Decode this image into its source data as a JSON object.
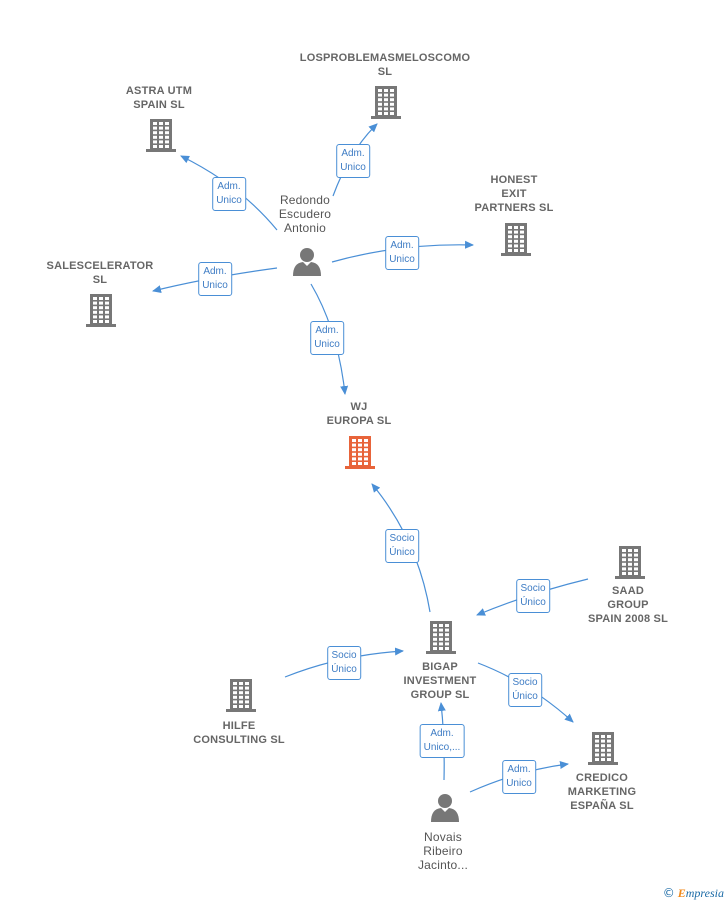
{
  "colors": {
    "edge": "#4a8fd6",
    "building": "#777777",
    "main_building": "#e8643a",
    "person": "#777777"
  },
  "nodes": [
    {
      "id": "astra",
      "kind": "company",
      "lines": [
        "ASTRA UTM",
        "SPAIN  SL"
      ]
    },
    {
      "id": "losproblemas",
      "kind": "company",
      "lines": [
        "LOSPROBLEMASMELOSCOMO",
        "SL"
      ]
    },
    {
      "id": "honest",
      "kind": "company",
      "lines": [
        "HONEST",
        "EXIT",
        "PARTNERS  SL"
      ]
    },
    {
      "id": "salescelerator",
      "kind": "company",
      "lines": [
        "SALESCELERATOR",
        "SL"
      ]
    },
    {
      "id": "redondo",
      "kind": "person",
      "lines": [
        "Redondo",
        "Escudero",
        "Antonio"
      ]
    },
    {
      "id": "wj",
      "kind": "main",
      "lines": [
        "WJ",
        "EUROPA  SL"
      ]
    },
    {
      "id": "saad",
      "kind": "company",
      "lines": [
        "SAAD",
        "GROUP",
        "SPAIN 2008 SL"
      ]
    },
    {
      "id": "bigap",
      "kind": "company",
      "lines": [
        "BIGAP",
        "INVESTMENT",
        "GROUP SL"
      ]
    },
    {
      "id": "hilfe",
      "kind": "company",
      "lines": [
        "HILFE",
        "CONSULTING SL"
      ]
    },
    {
      "id": "credico",
      "kind": "company",
      "lines": [
        "CREDICO",
        "MARKETING",
        "ESPAÑA SL"
      ]
    },
    {
      "id": "novais",
      "kind": "person",
      "lines": [
        "Novais",
        "Ribeiro",
        "Jacinto..."
      ]
    }
  ],
  "edges": [
    {
      "id": "e-redondo-astra",
      "lines": [
        "Adm.",
        "Unico"
      ]
    },
    {
      "id": "e-redondo-losproblemas",
      "lines": [
        "Adm.",
        "Unico"
      ]
    },
    {
      "id": "e-redondo-honest",
      "lines": [
        "Adm.",
        "Unico"
      ]
    },
    {
      "id": "e-redondo-salescelerator",
      "lines": [
        "Adm.",
        "Unico"
      ]
    },
    {
      "id": "e-redondo-wj",
      "lines": [
        "Adm.",
        "Unico"
      ]
    },
    {
      "id": "e-bigap-wj",
      "lines": [
        "Socio",
        "Único"
      ]
    },
    {
      "id": "e-saad-bigap",
      "lines": [
        "Socio",
        "Único"
      ]
    },
    {
      "id": "e-hilfe-bigap",
      "lines": [
        "Socio",
        "Único"
      ]
    },
    {
      "id": "e-bigap-credico",
      "lines": [
        "Socio",
        "Único"
      ]
    },
    {
      "id": "e-novais-bigap",
      "lines": [
        "Adm.",
        "Unico,..."
      ]
    },
    {
      "id": "e-novais-credico",
      "lines": [
        "Adm.",
        "Unico"
      ]
    }
  ],
  "footer": {
    "copyright": "©",
    "brand_initial": "E",
    "brand_rest": "mpresia"
  }
}
